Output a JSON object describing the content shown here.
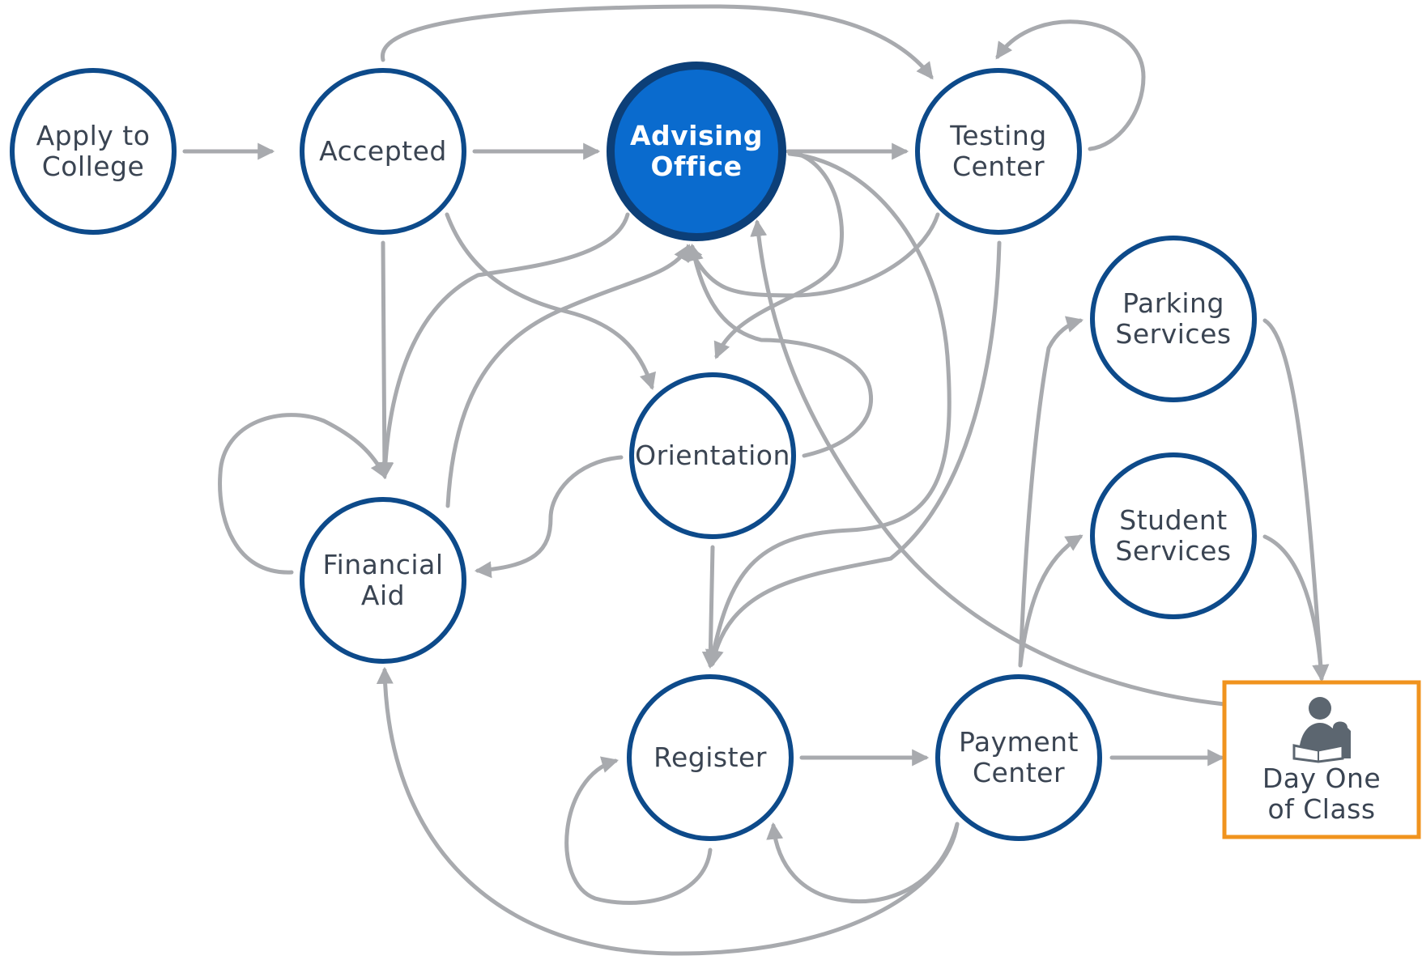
{
  "diagram": {
    "colors": {
      "node_stroke": "#0d4a8a",
      "node_fill": "#ffffff",
      "highlight_fill": "#0a6bce",
      "highlight_stroke": "#0c3f78",
      "edge": "#a8aaae",
      "end_stroke": "#f0931e",
      "label": "#3a4452",
      "icon": "#5c6670"
    },
    "nodes": [
      {
        "id": "apply",
        "lines": [
          "Apply to",
          "College"
        ]
      },
      {
        "id": "accepted",
        "lines": [
          "Accepted"
        ]
      },
      {
        "id": "advising",
        "lines": [
          "Advising",
          "Office"
        ],
        "highlight": true
      },
      {
        "id": "testing",
        "lines": [
          "Testing",
          "Center"
        ]
      },
      {
        "id": "parking",
        "lines": [
          "Parking",
          "Services"
        ]
      },
      {
        "id": "student",
        "lines": [
          "Student",
          "Services"
        ]
      },
      {
        "id": "orientation",
        "lines": [
          "Orientation"
        ]
      },
      {
        "id": "finaid",
        "lines": [
          "Financial",
          "Aid"
        ]
      },
      {
        "id": "register",
        "lines": [
          "Register"
        ]
      },
      {
        "id": "payment",
        "lines": [
          "Payment",
          "Center"
        ]
      },
      {
        "id": "dayone",
        "lines": [
          "Day One",
          "of Class"
        ],
        "shape": "box",
        "icon": "student-with-book-and-backpack-icon"
      }
    ],
    "edges": [
      {
        "from": "apply",
        "to": "accepted"
      },
      {
        "from": "accepted",
        "to": "advising"
      },
      {
        "from": "accepted",
        "to": "testing"
      },
      {
        "from": "accepted",
        "to": "finaid"
      },
      {
        "from": "accepted",
        "to": "orientation"
      },
      {
        "from": "advising",
        "to": "testing"
      },
      {
        "from": "advising",
        "to": "finaid"
      },
      {
        "from": "advising",
        "to": "orientation"
      },
      {
        "from": "advising",
        "to": "register"
      },
      {
        "from": "testing",
        "to": "testing"
      },
      {
        "from": "testing",
        "to": "advising"
      },
      {
        "from": "testing",
        "to": "register"
      },
      {
        "from": "orientation",
        "to": "advising"
      },
      {
        "from": "orientation",
        "to": "finaid"
      },
      {
        "from": "orientation",
        "to": "register"
      },
      {
        "from": "finaid",
        "to": "finaid"
      },
      {
        "from": "finaid",
        "to": "advising"
      },
      {
        "from": "register",
        "to": "register"
      },
      {
        "from": "register",
        "to": "payment"
      },
      {
        "from": "payment",
        "to": "register"
      },
      {
        "from": "payment",
        "to": "finaid"
      },
      {
        "from": "payment",
        "to": "parking"
      },
      {
        "from": "payment",
        "to": "student"
      },
      {
        "from": "payment",
        "to": "dayone"
      },
      {
        "from": "parking",
        "to": "dayone"
      },
      {
        "from": "student",
        "to": "dayone"
      },
      {
        "from": "dayone",
        "to": "advising"
      }
    ]
  }
}
